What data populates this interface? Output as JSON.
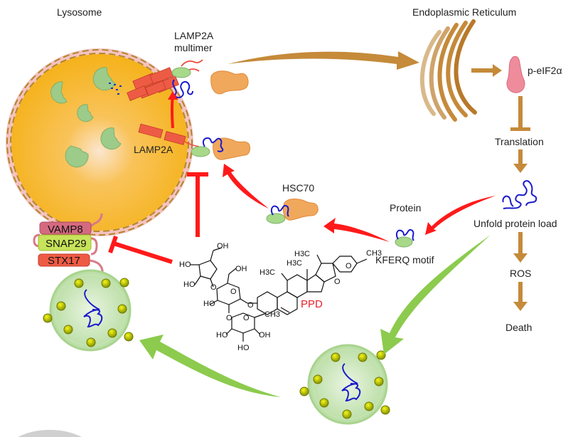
{
  "title": "PPD inhibits chaperone-mediated autophagy pathway diagram",
  "labels": {
    "lysosome": "Lysosome",
    "lamp2a_multimer_line1": "LAMP2A",
    "lamp2a_multimer_line2": "multimer",
    "lamp2a": "LAMP2A",
    "er": "Endoplasmic Reticulum",
    "peif2a": "p-eIF2α",
    "translation": "Translation",
    "unfold": "Unfold protein load",
    "ros": "ROS",
    "death": "Death",
    "protein": "Protein",
    "kferq": "KFERQ motif",
    "hsc70": "HSC70",
    "ppd": "PPD",
    "vamp8": "VAMP8",
    "snap29": "SNAP29",
    "stx17": "STX17"
  },
  "chem": {
    "oh": "OH",
    "ho": "HO",
    "h3c": "H3C",
    "ch3": "CH3",
    "o": "O"
  },
  "colors": {
    "lysosome_fill": "#F7B41E",
    "lysosome_membrane": "#F4C3C0",
    "er_brown": "#C58A3A",
    "inhibit_red": "#FF1A1A",
    "green_arrow": "#8CCB4E",
    "hsc70_orange": "#F0A85C",
    "peif2a_pink": "#EE8C9C",
    "ppd_red": "#E8202A"
  }
}
